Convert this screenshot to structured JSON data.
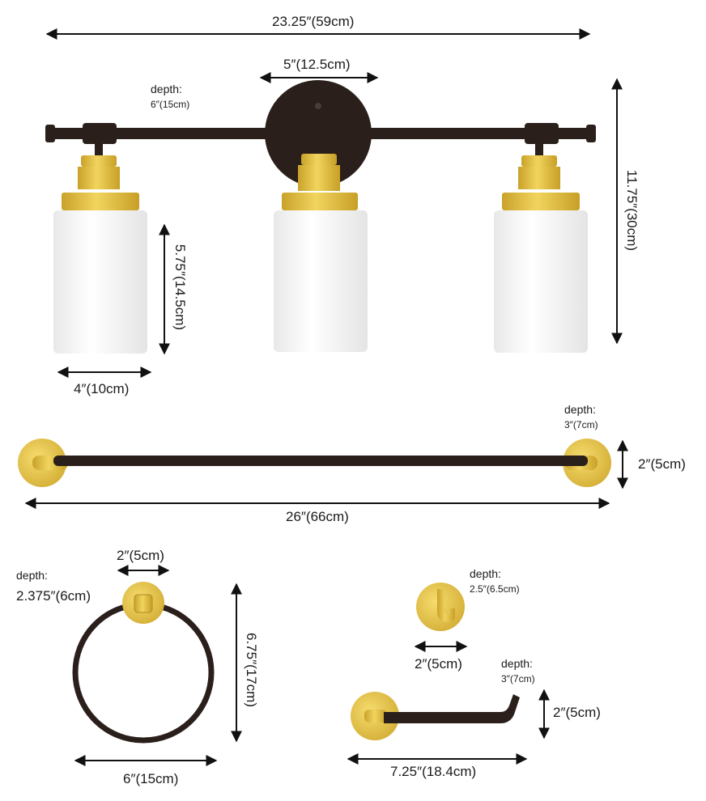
{
  "vanity": {
    "width": "23.25″(59cm)",
    "plate_width": "5″(12.5cm)",
    "depth_label": "depth:",
    "depth_value": "6″(15cm)",
    "height": "11.75″(30cm)",
    "shade_height": "5.75″(14.5cm)",
    "shade_width": "4″(10cm)"
  },
  "towel_bar": {
    "depth_label": "depth:",
    "depth_value": "3″(7cm)",
    "height": "2″(5cm)",
    "length": "26″(66cm)"
  },
  "towel_ring": {
    "depth_label": "depth:",
    "depth_value": "2.375″(6cm)",
    "plate_width": "2″(5cm)",
    "height": "6.75″(17cm)",
    "width": "6″(15cm)"
  },
  "robe_hook": {
    "depth_label": "depth:",
    "depth_value": "2.5″(6.5cm)",
    "width": "2″(5cm)"
  },
  "tissue_holder": {
    "depth_label": "depth:",
    "depth_value": "3″(7cm)",
    "height": "2″(5cm)",
    "length": "7.25″(18.4cm)"
  },
  "colors": {
    "bronze": "#2a1f1b",
    "gold": "#e0bd3e",
    "glass": "#f3f3f3",
    "arrow": "#111111"
  }
}
